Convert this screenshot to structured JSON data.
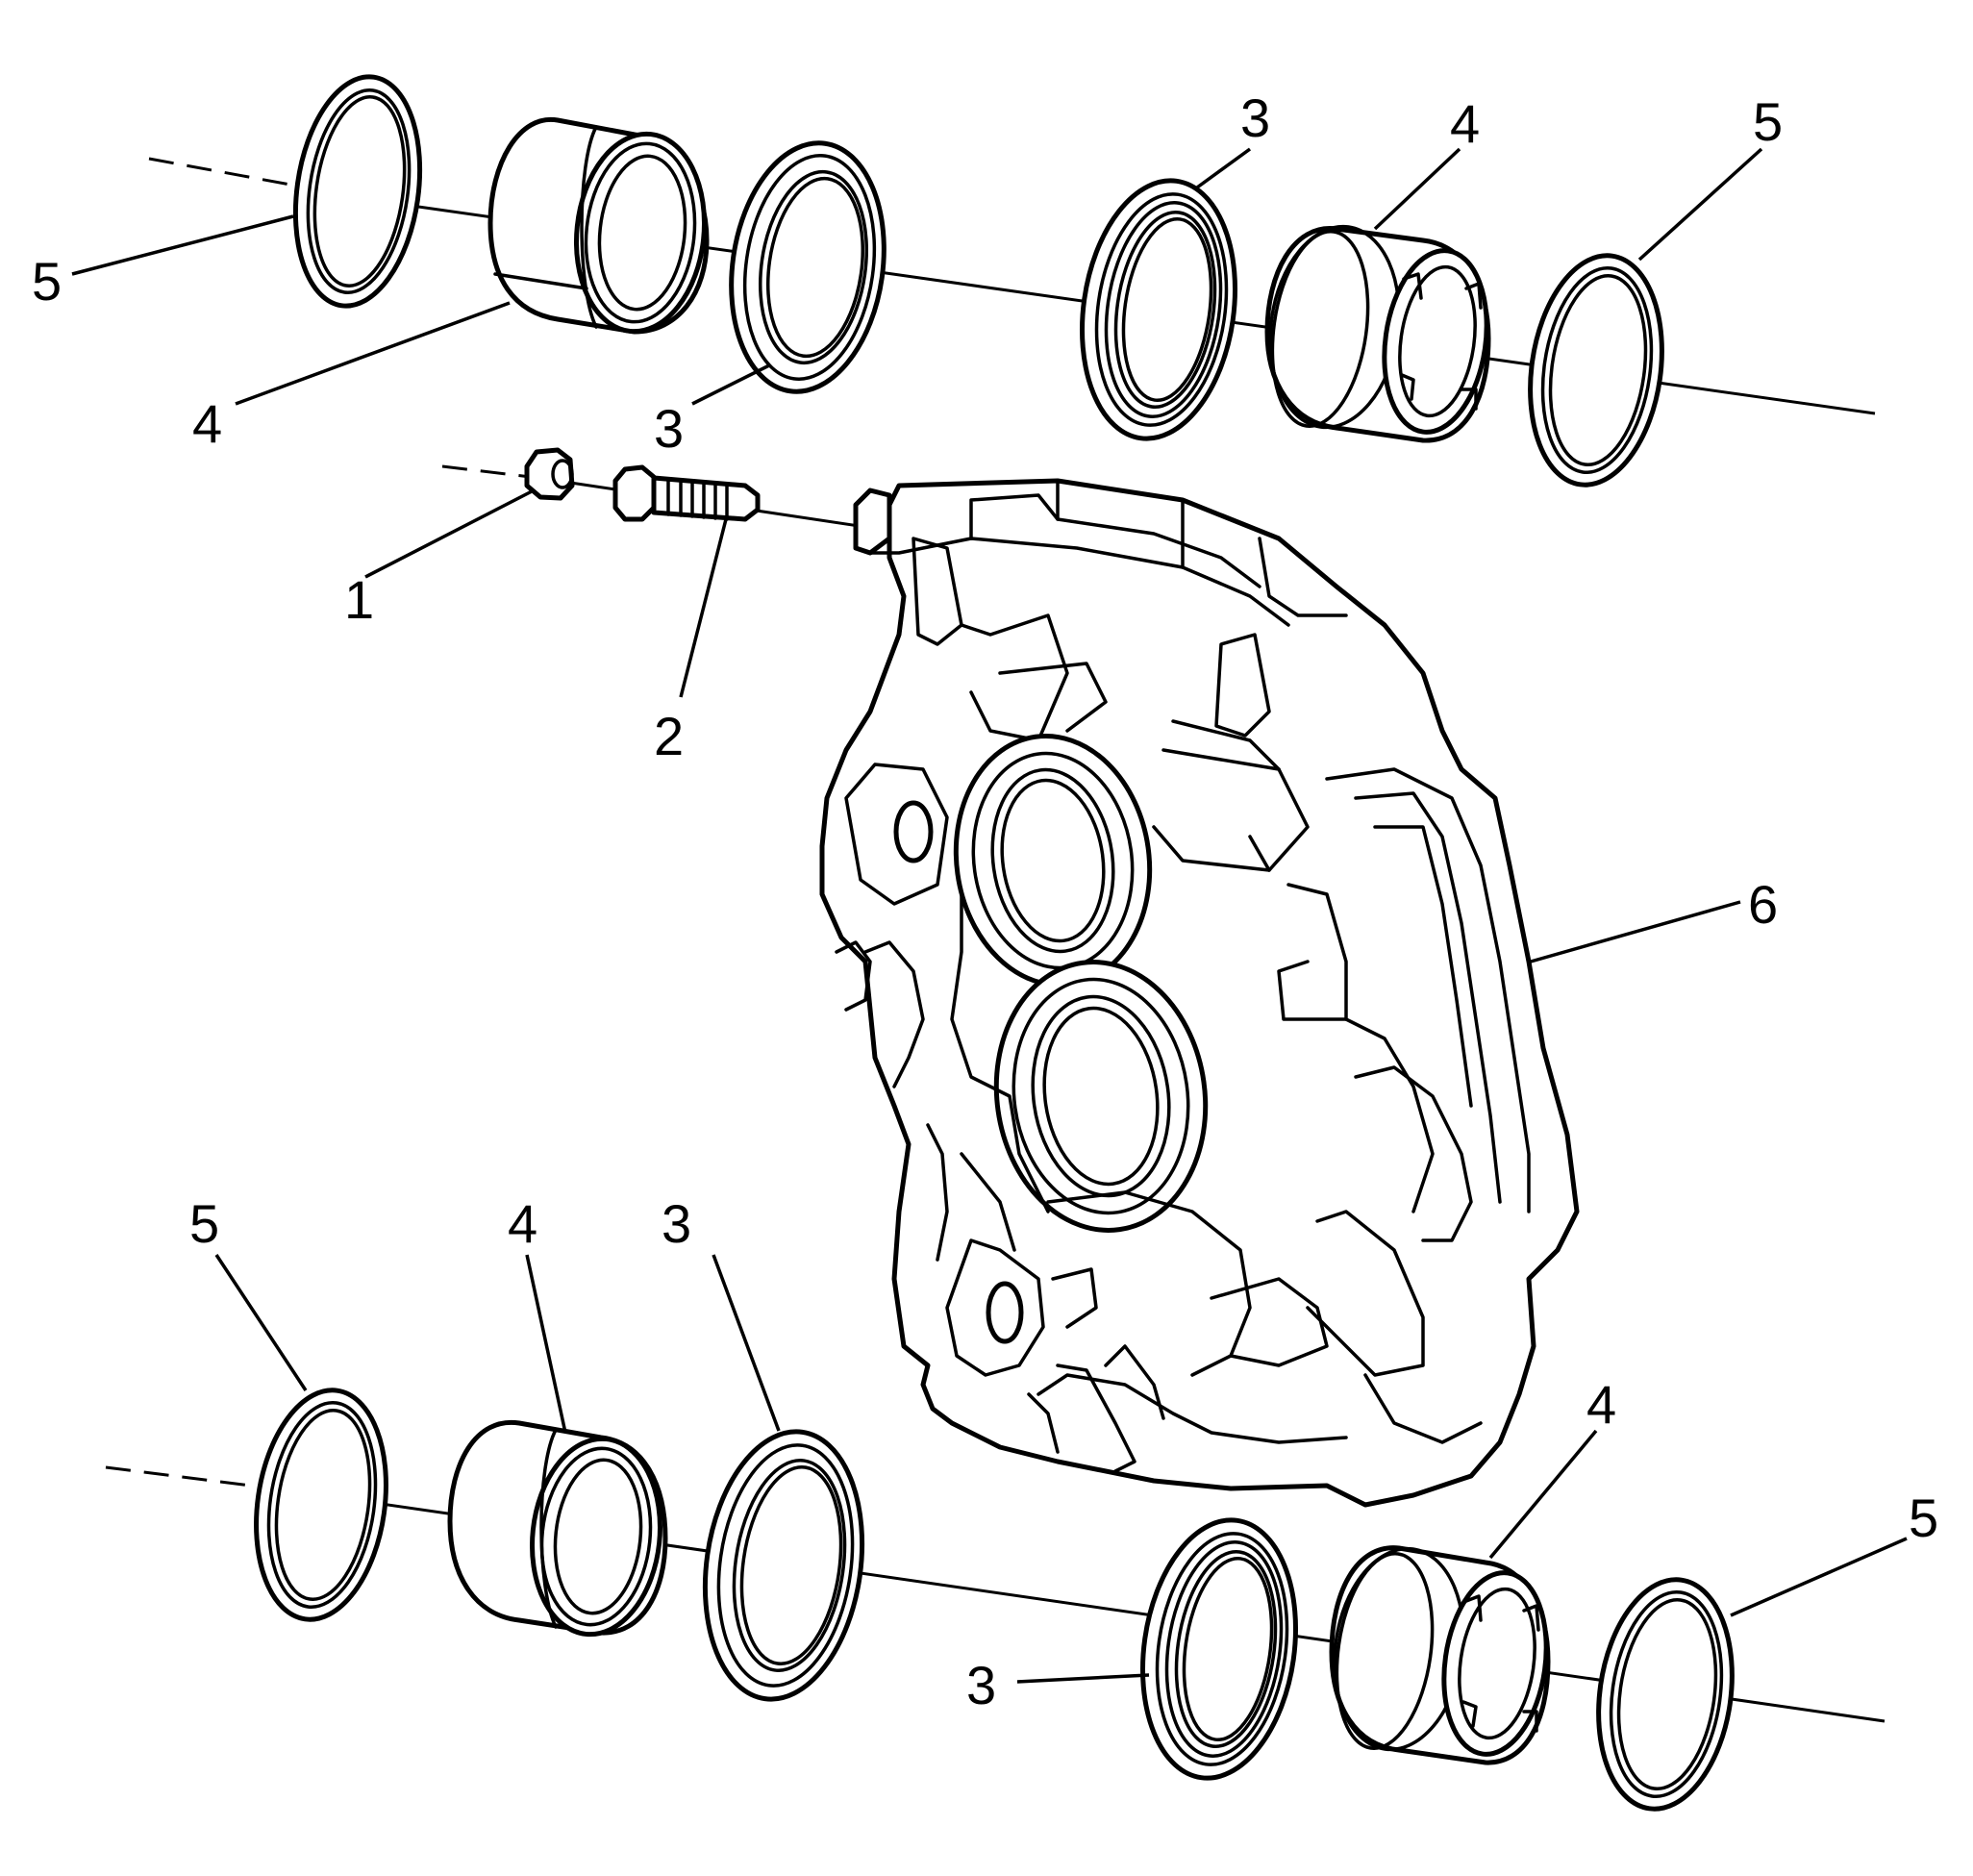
{
  "callouts": {
    "c1": "1",
    "c2": "2",
    "c3": "3",
    "c4": "4",
    "c5": "5",
    "c6": "6"
  },
  "icons": {
    "bleeder_cap": "bleeder-cap-icon",
    "bleeder_valve": "bleeder-valve-icon",
    "piston_seal": "piston-seal-icon",
    "piston": "piston-icon",
    "dust_boot": "dust-boot-icon",
    "caliper_housing": "caliper-housing-icon"
  },
  "colors": {
    "line": "#000000",
    "background": "#ffffff"
  }
}
